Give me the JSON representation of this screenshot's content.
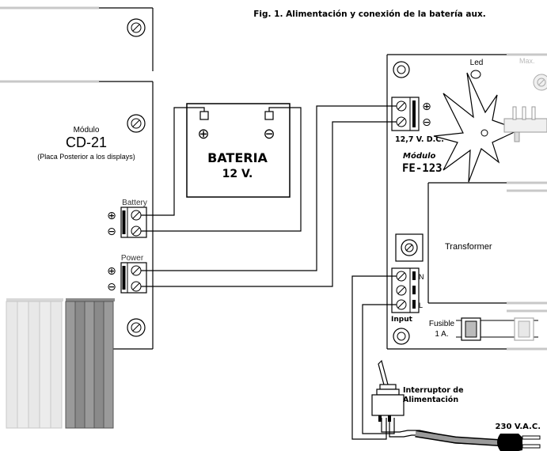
{
  "figure": {
    "title": "Fig. 1. Alimentación y conexión de la batería aux."
  },
  "cd21": {
    "module_label": "Módulo",
    "model": "CD-21",
    "subtitle": "(Placa Posterior a los displays)",
    "battery_label": "Battery",
    "power_label": "Power",
    "plus_symbol": "⊕",
    "minus_symbol": "⊖"
  },
  "battery": {
    "name": "BATERIA",
    "voltage": "12 V.",
    "plus_symbol": "⊕",
    "minus_symbol": "⊖"
  },
  "fe123": {
    "led_label": "Led",
    "max_label": "Max.",
    "dc_label": "12,7 V. D.C.",
    "module_label": "Módulo",
    "model": "FE-123",
    "transformer_label": "Transformer",
    "input_label": "Input",
    "n_label": "N",
    "l_label": "L",
    "fuse_label_1": "Fusible",
    "fuse_label_2": "1 A.",
    "plus_symbol": "⊕",
    "minus_symbol": "⊖"
  },
  "switch": {
    "label_line1": "Interruptor de",
    "label_line2": "Alimentación"
  },
  "mains": {
    "label": "230 V.A.C."
  },
  "colors": {
    "ink": "#000000",
    "light_gray": "#c8c8c8",
    "mid_gray": "#9a9a9a",
    "dark_gray": "#6e6e6e"
  },
  "icons": [
    "screw-hole-icon",
    "terminal-screw-icon",
    "led-icon",
    "potentiometer-icon",
    "heatsink-icon",
    "fuse-icon",
    "toggle-switch-icon",
    "plug-icon"
  ]
}
